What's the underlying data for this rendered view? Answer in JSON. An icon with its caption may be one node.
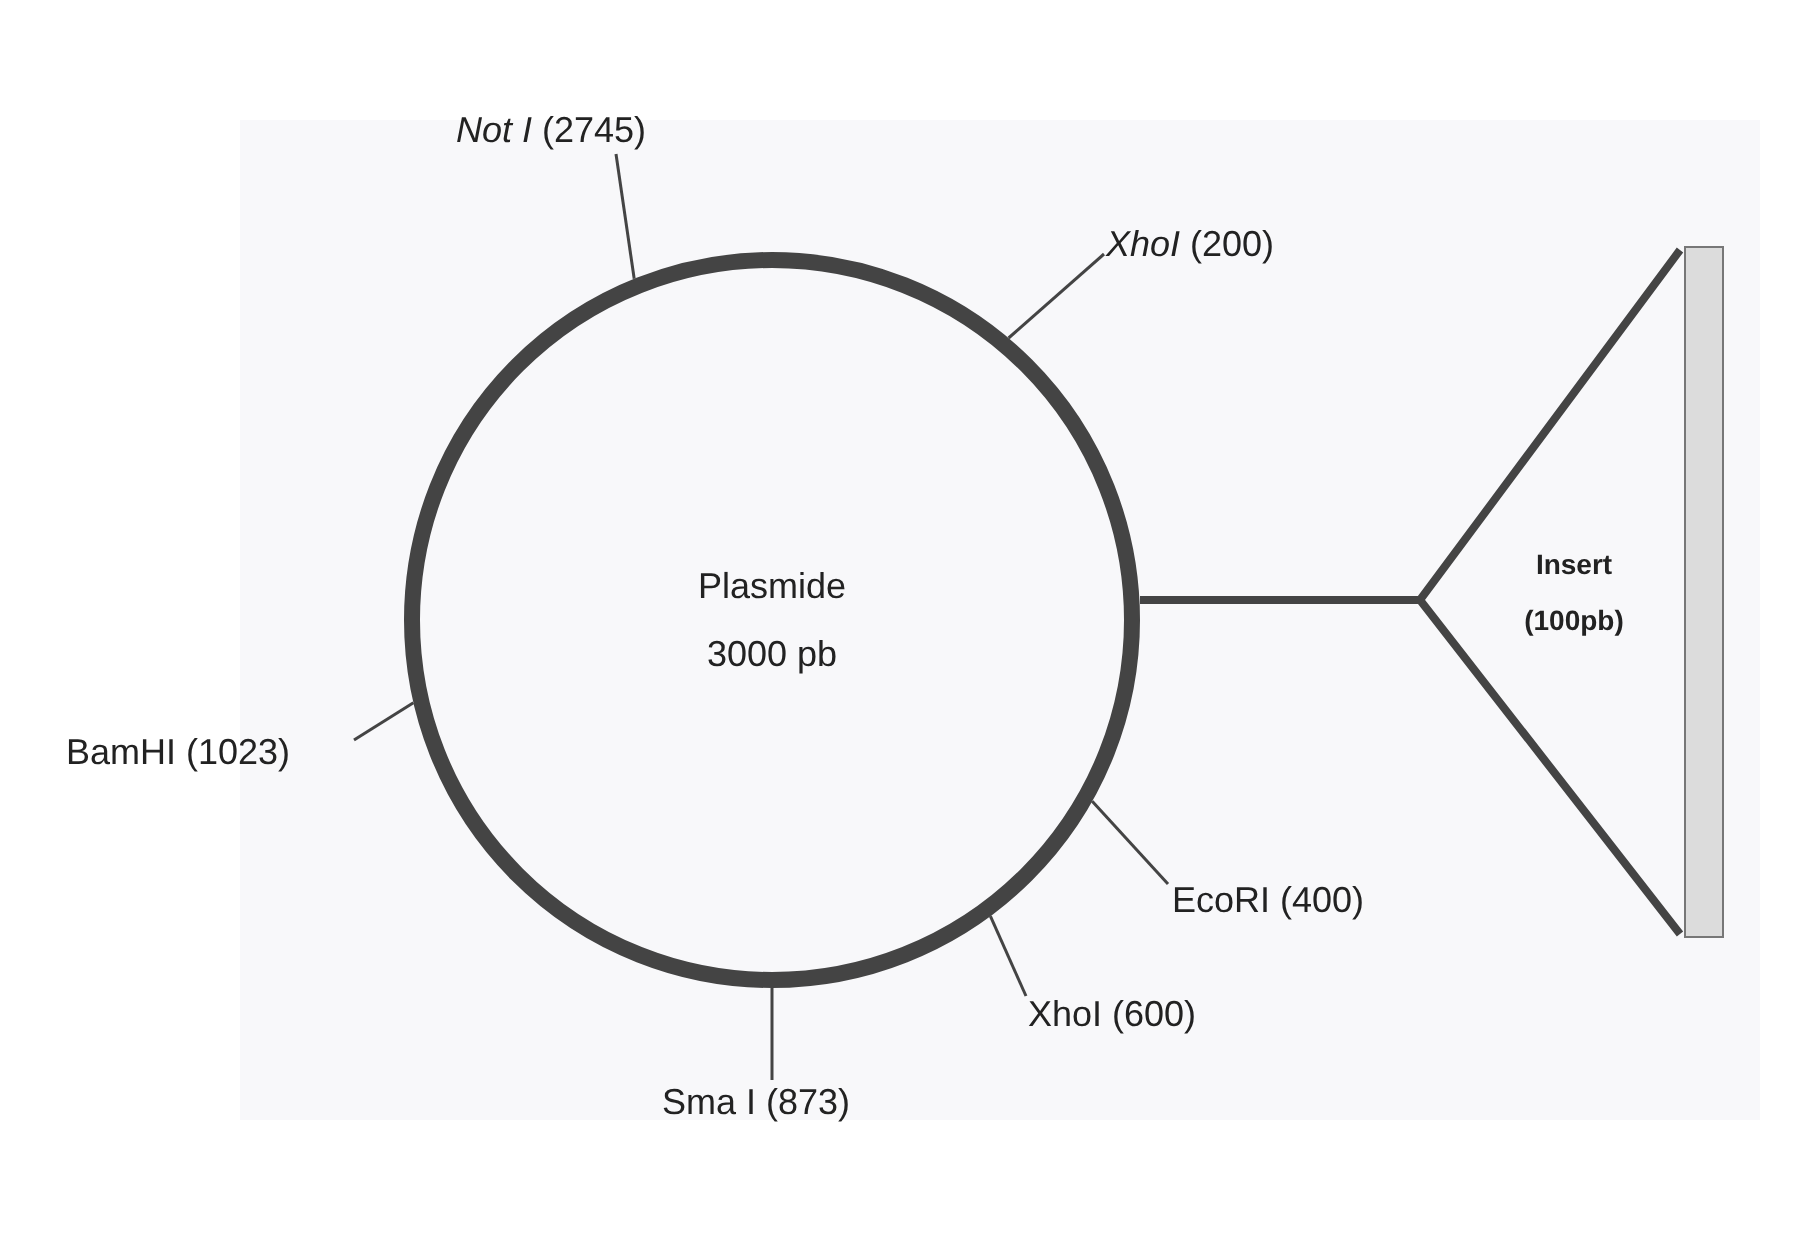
{
  "diagram": {
    "nodes": [
      {
        "text": [
          "Plasmide 3000 pb"
        ]
      },
      {
        "text": [
          "*Not I* (2745)"
        ]
      },
      {
        "text": [
          "*XhoI* (200)"
        ]
      },
      {
        "text": [
          "BamHI (1023)"
        ]
      },
      {
        "text": [
          "EcoRI (400)"
        ]
      },
      {
        "text": [
          "XhoI (600)"
        ]
      },
      {
        "text": [
          "Sma I (873)"
        ]
      },
      {
        "text": [],
        "shape": "bar",
        "beside": [
          "Insert (100pb)"
        ]
      }
    ],
    "edges": [
      {
        "from": 1,
        "to": 0,
        "arrow": "none"
      },
      {
        "from": 2,
        "to": 0,
        "arrow": "none"
      },
      {
        "from": 3,
        "to": 0,
        "arrow": "none"
      },
      {
        "from": 4,
        "to": 0,
        "arrow": "none"
      },
      {
        "from": 5,
        "to": 0,
        "arrow": "none"
      },
      {
        "from": 6,
        "to": 0,
        "arrow": "none"
      },
      {
        "from": 0,
        "to": 7,
        "arrow": "none",
        "style": "thick"
      }
    ]
  }
}
